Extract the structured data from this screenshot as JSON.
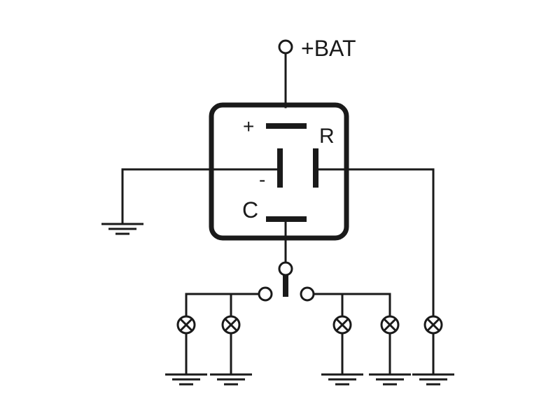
{
  "diagram": {
    "labels": {
      "battery": "+BAT",
      "plus": "+",
      "minus": "-",
      "r": "R",
      "c": "C"
    },
    "colors": {
      "stroke": "#1a1a1a",
      "background": "#ffffff"
    },
    "icons": {
      "lamp": "lamp-icon",
      "ground": "ground-icon",
      "switch": "toggle-switch-icon",
      "terminal": "terminal-node-icon"
    }
  }
}
